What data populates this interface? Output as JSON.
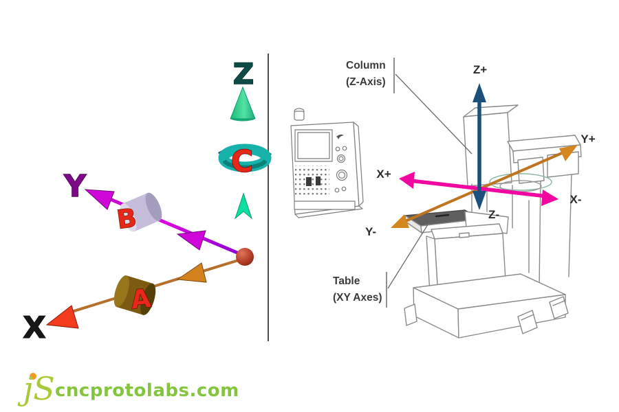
{
  "left_diagram": {
    "z_label": "Z",
    "y_label": "Y",
    "x_label": "X",
    "a_label": "A",
    "b_label": "B",
    "c_label": "C",
    "colors": {
      "z_axis": "#0ddfa2",
      "z_label": "#0d4b47",
      "c_ring": "#17b3aa",
      "y_axis": "#cf06d8",
      "y_label": "#7c0a86",
      "b_ring": "#c5beda",
      "x_axis": "#b5702e",
      "x_label": "#161616",
      "x_tip_arrow": "#f23c1c",
      "x_mid_arrow": "#d4821e",
      "a_ring": "#7d5a12",
      "abc_letters": "#e8271b",
      "origin_sphere": "#a03220",
      "divider": "#4f4f4f"
    }
  },
  "right_diagram": {
    "column_callout_line1": "Column",
    "column_callout_line2": "(Z-Axis)",
    "table_callout_line1": "Table",
    "table_callout_line2": "(XY Axes)",
    "z_plus": "Z+",
    "z_minus": "Z-",
    "x_plus": "X+",
    "x_minus": "X-",
    "y_plus": "Y+",
    "y_minus": "Y-",
    "colors": {
      "z_axis": "#1d4f7d",
      "x_axis": "#f107a0",
      "y_axis": "#bf7420",
      "y_arrowheads": "#d4871f",
      "machine_lines": "#8a8a8a",
      "table_top": "#5f5f5f",
      "spindle_ring": "#86b3a2",
      "callout_lines": "#6a6a6a",
      "label_text": "#2b2b2b"
    }
  },
  "watermark": {
    "logo": "jS",
    "site": "cncprotolabs.com",
    "colors": {
      "logo_green": "#a9c938",
      "site_green": "#85c43d",
      "dot_orange": "#f59a1e"
    }
  }
}
